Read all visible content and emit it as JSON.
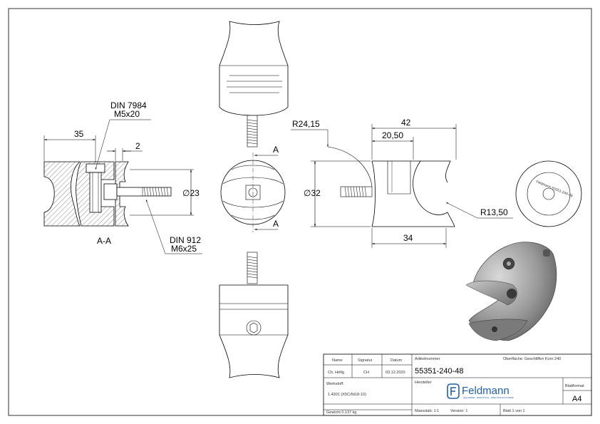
{
  "drawing": {
    "section_a": {
      "label": "A-A",
      "dim_35": "35",
      "dim_2": "2",
      "dim_23": "∅23",
      "callout_screw_1_line1": "DIN 7984",
      "callout_screw_1_line2": "M5x20",
      "callout_screw_2_line1": "DIN 912",
      "callout_screw_2_line2": "M6x25"
    },
    "front_view": {
      "section_mark_top": "A",
      "section_mark_bottom": "A"
    },
    "side_view": {
      "dim_r24": "R24,15",
      "dim_42": "42",
      "dim_20_50": "20,50",
      "dim_32": "∅32",
      "dim_r13": "R13,50",
      "dim_34": "34"
    },
    "end_view": {
      "marking": "Feldmann 55351-240-48"
    }
  },
  "title_block": {
    "h_name": "Name",
    "h_signatur": "Signatur",
    "h_datum": "Datum",
    "v_name": "Ch. Höfig",
    "v_signatur": "CH",
    "v_datum": "03.12.2020",
    "werkstoff_label": "Werkstoff:",
    "werkstoff_value": "1.4301 (X5CrNi18-10)",
    "gewicht": "Gewicht 0.137 kg",
    "artikelnummer_label": "Artikelnummer",
    "artikelnummer": "55351-240-48",
    "oberflaeche": "Oberfläche:  Geschliffen Korn 240",
    "hersteller_label": "Hersteller",
    "logo_text": "Feldmann",
    "logo_tagline": "GELÄNDER · EDELSTAHL · EDELSTAHLSYSTEME",
    "blattformat_label": "Blattformat",
    "blattformat": "A4",
    "massstab": "Massstab: 1:1",
    "version": "Version: 1",
    "blatt": "Blatt 1 von 1"
  },
  "colors": {
    "line": "#000000",
    "hatch": "#555555",
    "render_body": "#8c8c8c",
    "logo_blue": "#1f5fa8"
  }
}
